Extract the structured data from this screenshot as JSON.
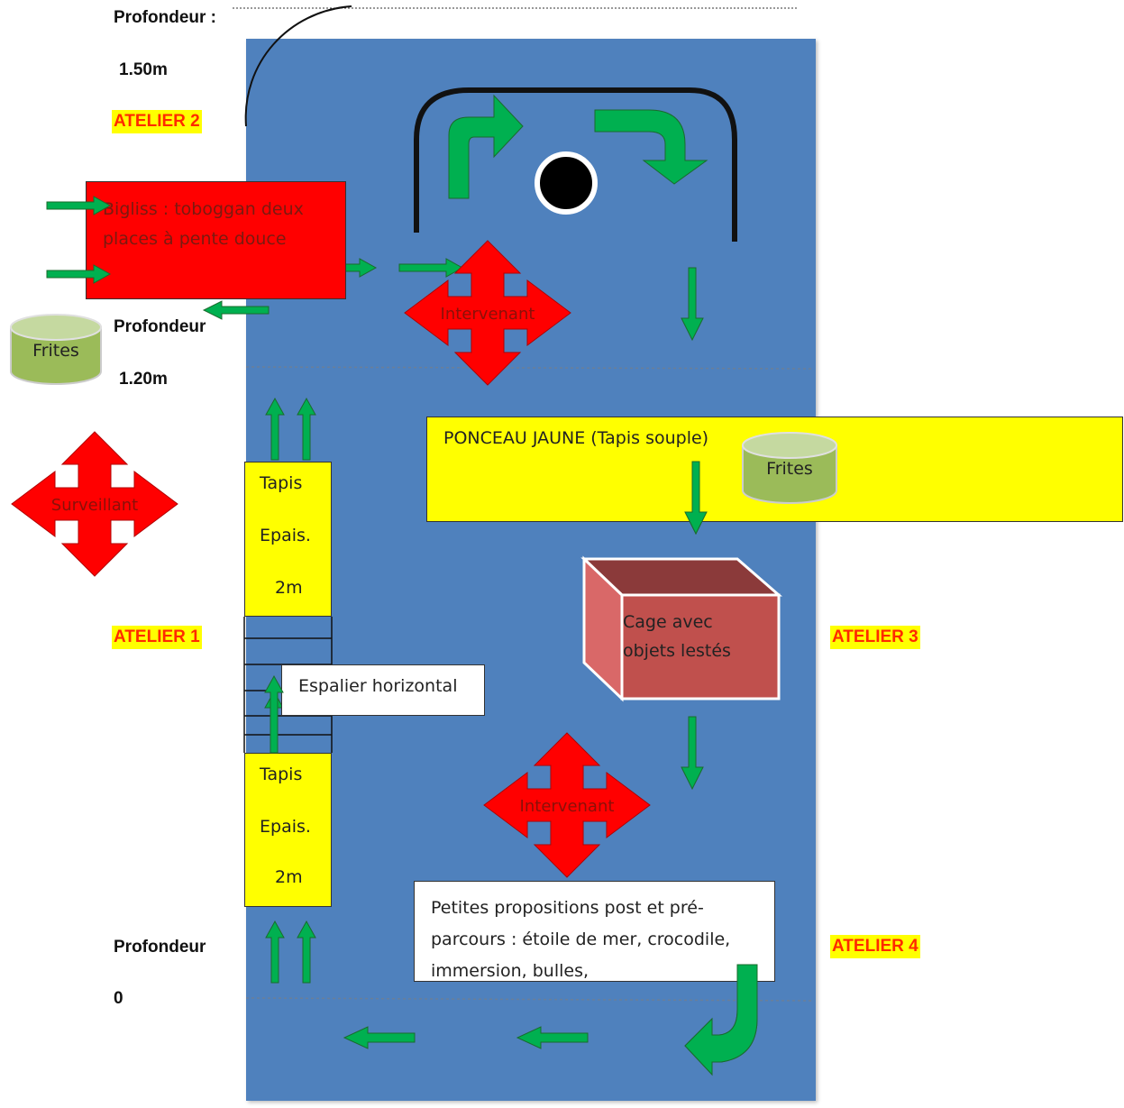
{
  "depth_labels": {
    "top_title": "Profondeur :",
    "top_value": "1.50m",
    "middle_title": "Profondeur",
    "middle_value": "1.20m",
    "bottom_title": "Profondeur",
    "bottom_value": "0"
  },
  "ateliers": {
    "a1": "ATELIER 1",
    "a2": "ATELIER 2",
    "a3": "ATELIER 3",
    "a4": "ATELIER 4"
  },
  "bigliss": {
    "line1": "Bigliss : toboggan deux",
    "line2": "places à pente douce"
  },
  "ponceau": "PONCEAU JAUNE (Tapis souple)",
  "frites": {
    "left": "Frites",
    "ponceau": "Frites"
  },
  "tapis_top": {
    "l1": "Tapis",
    "l2": "Epais.",
    "l3": "2m"
  },
  "tapis_bottom": {
    "l1": "Tapis",
    "l2": "Epais.",
    "l3": "2m"
  },
  "espalier": "Espalier horizontal",
  "cage": {
    "line1": "Cage avec",
    "line2": "objets lestés"
  },
  "petites": {
    "line1": "Petites propositions post et pré-",
    "line2": "parcours : étoile de mer, crocodile,",
    "line3": "immersion, bulles,"
  },
  "roles": {
    "intervenant_top": "Intervenant",
    "intervenant_bottom": "Intervenant",
    "surveillant": "Surveillant"
  },
  "colors": {
    "pool": "#4f81bd",
    "arrow": "#00b050",
    "cross": "#ff0000",
    "label_red": "#ff2a00",
    "highlight": "#ffff00"
  }
}
